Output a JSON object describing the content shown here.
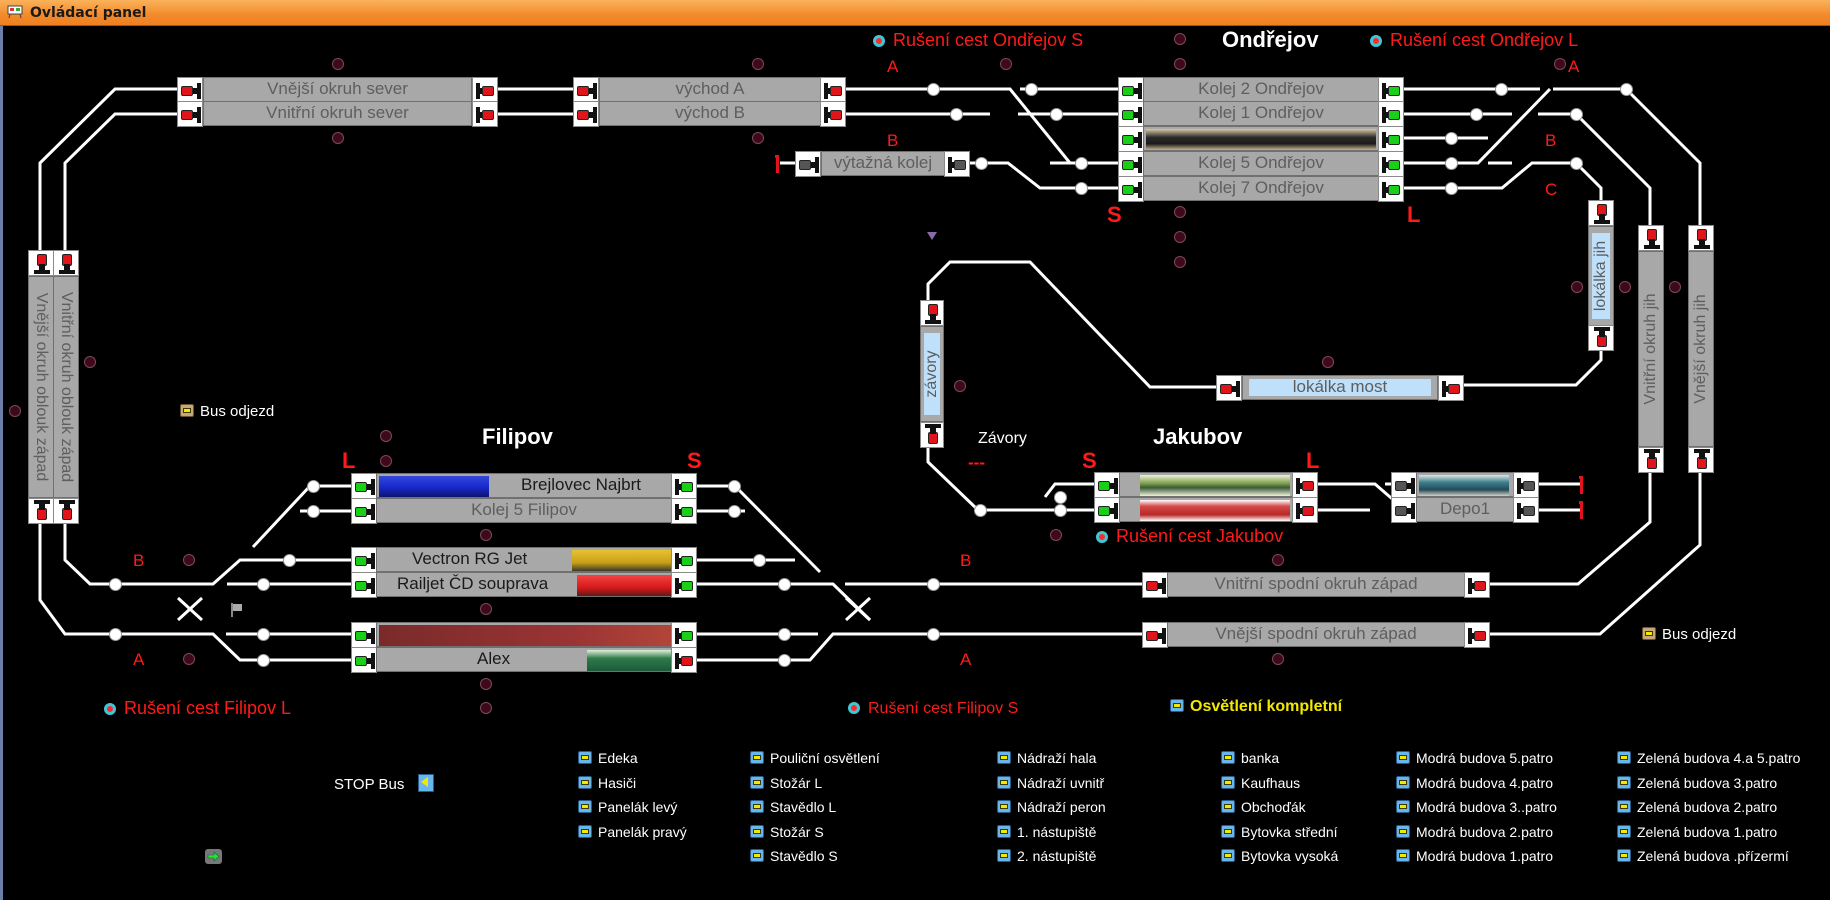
{
  "window": {
    "title": "Ovládací panel"
  },
  "stations": {
    "ondrejov": "Ondřejov",
    "filipov": "Filipov",
    "jakubov": "Jakubov"
  },
  "route_cancel": {
    "ondrejov_s": "Rušení cest Ondřejov S",
    "ondrejov_l": "Rušení cest Ondřejov L",
    "jakubov": "Rušení cest Jakubov",
    "filipov_l": "Rušení cest Filipov L",
    "filipov_s": "Rušení cest Filipov S"
  },
  "blocks": {
    "vnejsi_sever": "Vnější okruh sever",
    "vnitrni_sever": "Vnitřní okruh sever",
    "vychod_a": "východ A",
    "vychod_b": "východ B",
    "vytazna": "výtažná kolej",
    "kolej2": "Kolej 2 Ondřejov",
    "kolej1": "Kolej 1 Ondřejov",
    "kolej3": "",
    "kolej5": "Kolej 5 Ondřejov",
    "kolej7": "Kolej 7 Ondřejov",
    "vnejsi_oblouk": "Vnější okruh oblouk západ",
    "vnitrni_oblouk": "Vnitřní okruh oblouk západ",
    "zavory": "závory",
    "lokalka_most": "lokálka most",
    "lokalka_jih": "lokálka jih",
    "vnitrni_jih": "Vnitřní okruh jih",
    "vnejsi_jih": "Vnější okruh jih",
    "filipov_1": "Brejlovec Najbrt",
    "filipov_2": "Kolej 5 Filipov",
    "filipov_3": "Vectron RG Jet",
    "filipov_4": "Railjet ČD souprava",
    "filipov_5": "",
    "filipov_6": "Alex",
    "jakubov_1": "",
    "jakubov_2": "",
    "depo_1": "",
    "depo_2": "Depo1",
    "vnitrni_spodni": "Vnitřní spodní okruh západ",
    "vnejsi_spodni": "Vnější spodní okruh západ"
  },
  "labels": {
    "A": "A",
    "B": "B",
    "C": "C",
    "S": "S",
    "L": "L",
    "zavory_text": "Závory",
    "dashes": "---",
    "bus_odjezd": "Bus odjezd",
    "stop_bus": "STOP Bus",
    "osvetleni_kompletni": "Osvětlení kompletní"
  },
  "lights": {
    "col1": [
      "Edeka",
      "Hasiči",
      "Panelák levý",
      "Panelák pravý"
    ],
    "col2": [
      "Pouliční osvětlení",
      "Stožár L",
      "Stavědlo L",
      "Stožár S",
      "Stavědlo S"
    ],
    "col3": [
      "Nádraží hala",
      "Nádraží uvnitř",
      "Nádraží peron",
      "1. nástupiště",
      "2. nástupiště"
    ],
    "col4": [
      "banka",
      "Kaufhaus",
      "Obchoďák",
      "Bytovka střední",
      "Bytovka vysoká"
    ],
    "col5": [
      "Modrá budova 5.patro",
      "Modrá budova 4.patro",
      "Modrá budova 3..patro",
      "Modrá budova 2.patro",
      "Modrá budova 1.patro"
    ],
    "col6": [
      "Zelená budova 4.a 5.patro",
      "Zelená budova 3.patro",
      "Zelená budova 2.patro",
      "Zelená budova 1.patro",
      "Zelená budova .přízermí"
    ]
  },
  "colors": {
    "titlebar": "#f28a2a",
    "track": "#ffffff",
    "signal_red": "#e0141a",
    "signal_green": "#18d018",
    "signal_off": "#555555",
    "block_bg": "#a8a8a8",
    "alert_text": "#ff1a1a",
    "light_label_yellow": "#f1e900"
  }
}
